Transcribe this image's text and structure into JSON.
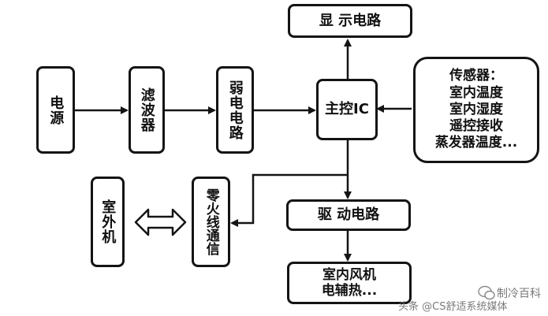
{
  "diagram": {
    "nodes": {
      "power": "电源",
      "filter": "滤波器",
      "weak_circuit": "弱电电路",
      "main_ic": "主控IC",
      "display_circuit": "显 示电路",
      "sensor": {
        "title": "传感器：",
        "lines": [
          "室内温度",
          "室内湿度",
          "遥控接收",
          "蒸发器温度..."
        ]
      },
      "drive_circuit": "驱 动电路",
      "outputs": {
        "lines": [
          "室内风机",
          "电辅热..."
        ]
      },
      "outdoor_unit": "室外机",
      "comm": "零火线通信"
    },
    "edges": [
      {
        "from": "power",
        "to": "filter"
      },
      {
        "from": "filter",
        "to": "weak_circuit"
      },
      {
        "from": "weak_circuit",
        "to": "main_ic"
      },
      {
        "from": "main_ic",
        "to": "display_circuit"
      },
      {
        "from": "sensor",
        "to": "main_ic"
      },
      {
        "from": "main_ic",
        "to": "drive_circuit"
      },
      {
        "from": "main_ic",
        "to": "comm"
      },
      {
        "from": "drive_circuit",
        "to": "outputs"
      },
      {
        "from": "outdoor_unit",
        "to": "comm",
        "bidirectional": true
      }
    ]
  },
  "watermark": {
    "top": "制冷百科",
    "bottom": "头条 @CS舒适系统媒体"
  }
}
